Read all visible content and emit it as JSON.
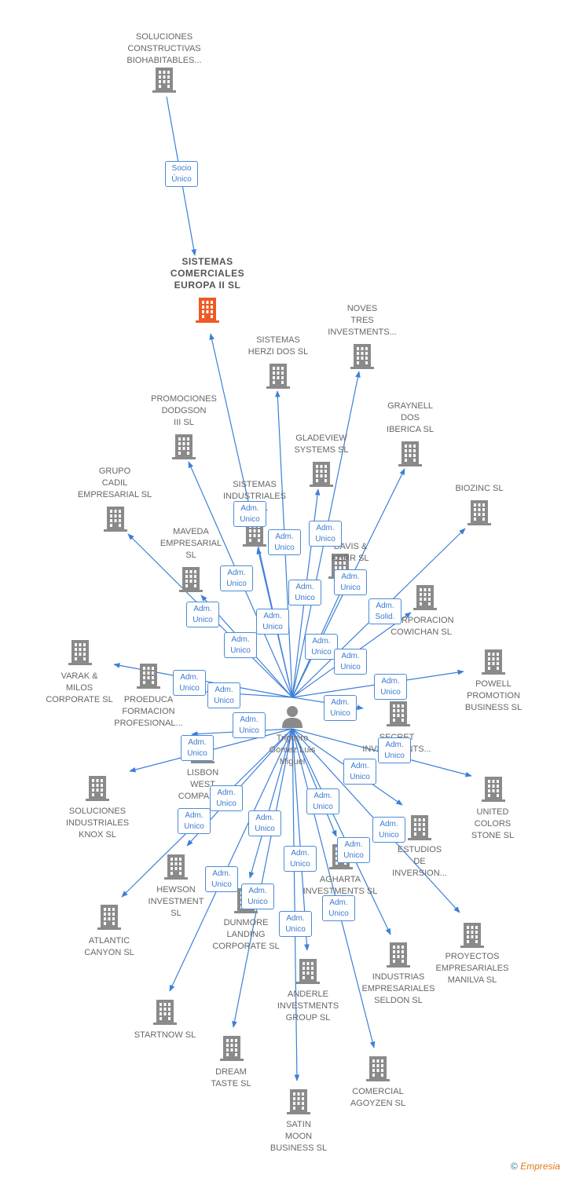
{
  "colors": {
    "edge": "#3c7fd8",
    "building": "#8a8a8a",
    "highlight": "#ee5a24",
    "person": "#8a8a8a",
    "badge_border": "#4a8bd8"
  },
  "center": {
    "name": "Triguero\nGomez Luis\nMiguel",
    "icon": "person-icon"
  },
  "nodes": [
    {
      "id": "soluciones-constructivas",
      "label": "SOLUCIONES\nCONSTRUCTIVAS\nBIOHABITABLES...",
      "icon": "building-icon"
    },
    {
      "id": "sistemas-comerciales",
      "label": "SISTEMAS\nCOMERCIALES\nEUROPA II  SL",
      "icon": "building-icon",
      "highlight": true
    },
    {
      "id": "noves-tres",
      "label": "NOVES\nTRES\nINVESTMENTS...",
      "icon": "building-icon"
    },
    {
      "id": "sistemas-herzi",
      "label": "SISTEMAS\nHERZI DOS SL",
      "icon": "building-icon"
    },
    {
      "id": "promociones-dodgson",
      "label": "PROMOCIONES\nDODGSON\nIII SL",
      "icon": "building-icon"
    },
    {
      "id": "graynell",
      "label": "GRAYNELL\nDOS\nIBERICA  SL",
      "icon": "building-icon"
    },
    {
      "id": "gladeview",
      "label": "GLADEVIEW\nSYSTEMS  SL",
      "icon": "building-icon"
    },
    {
      "id": "grupo-cadil",
      "label": "GRUPO\nCADIL\nEMPRESARIAL SL",
      "icon": "building-icon"
    },
    {
      "id": "sistemas-industriales",
      "label": "SISTEMAS\nINDUSTRIALES\nH... SL",
      "icon": "building-icon"
    },
    {
      "id": "biozinc",
      "label": "BIOZINC SL",
      "icon": "building-icon"
    },
    {
      "id": "maveda",
      "label": "MAVEDA\nEMPRESARIAL\nSL",
      "icon": "building-icon"
    },
    {
      "id": "davis-kerr",
      "label": "DAVIS &\nKERR SL",
      "icon": "building-icon"
    },
    {
      "id": "corporacion-cowichan",
      "label": "CORPORACION\nCOWICHAN SL",
      "icon": "building-icon"
    },
    {
      "id": "varak-milos",
      "label": "VARAK &\nMILOS\nCORPORATE SL",
      "icon": "building-icon"
    },
    {
      "id": "proeduca",
      "label": "PROEDUCA\nFORMACION\nPROFESIONAL...",
      "icon": "building-icon"
    },
    {
      "id": "powell",
      "label": "POWELL\nPROMOTION\nBUSINESS  SL",
      "icon": "building-icon"
    },
    {
      "id": "secret-investments",
      "label": "SECRET\nINVESTMENTS...",
      "icon": "building-icon"
    },
    {
      "id": "lisbon-west",
      "label": "LISBON\nWEST\nCOMPANY...",
      "icon": "building-icon"
    },
    {
      "id": "soluciones-knox",
      "label": "SOLUCIONES\nINDUSTRIALES\nKNOX SL",
      "icon": "building-icon"
    },
    {
      "id": "united-colors",
      "label": "UNITED\nCOLORS\nSTONE SL",
      "icon": "building-icon"
    },
    {
      "id": "estudios-inversion",
      "label": "ESTUDIOS\nDE\nINVERSION...",
      "icon": "building-icon"
    },
    {
      "id": "hewson",
      "label": "HEWSON\nINVESTMENT\nSL",
      "icon": "building-icon"
    },
    {
      "id": "agharta",
      "label": "AGHARTA\nINVESTMENTS SL",
      "icon": "building-icon"
    },
    {
      "id": "atlantic-canyon",
      "label": "ATLANTIC\nCANYON SL",
      "icon": "building-icon"
    },
    {
      "id": "dunmore",
      "label": "DUNMORE\nLANDING\nCORPORATE SL",
      "icon": "building-icon"
    },
    {
      "id": "proyectos-manilva",
      "label": "PROYECTOS\nEMPRESARIALES\nMANILVA SL",
      "icon": "building-icon"
    },
    {
      "id": "industrias-seldon",
      "label": "INDUSTRIAS\nEMPRESARIALES\nSELDON SL",
      "icon": "building-icon"
    },
    {
      "id": "anderle",
      "label": "ANDERLE\nINVESTMENTS\nGROUP SL",
      "icon": "building-icon"
    },
    {
      "id": "startnow",
      "label": "STARTNOW SL",
      "icon": "building-icon"
    },
    {
      "id": "dream-taste",
      "label": "DREAM\nTASTE SL",
      "icon": "building-icon"
    },
    {
      "id": "comercial-agoyzen",
      "label": "COMERCIAL\nAGOYZEN SL",
      "icon": "building-icon"
    },
    {
      "id": "satin-moon",
      "label": "SATIN\nMOON\nBUSINESS SL",
      "icon": "building-icon"
    }
  ],
  "badges": [
    {
      "id": "b-socio",
      "text": [
        "Socio",
        "Único"
      ]
    },
    {
      "id": "b01",
      "text": [
        "Adm.",
        "Unico"
      ]
    },
    {
      "id": "b02",
      "text": [
        "Adm.",
        "Unico"
      ]
    },
    {
      "id": "b03",
      "text": [
        "Adm.",
        "Unico"
      ]
    },
    {
      "id": "b04",
      "text": [
        "Adm.",
        "Unico"
      ]
    },
    {
      "id": "b05",
      "text": [
        "Adm.",
        "Unico"
      ]
    },
    {
      "id": "b06",
      "text": [
        "Adm.",
        "Unico"
      ]
    },
    {
      "id": "b07",
      "text": [
        "Adm.",
        "Unico"
      ]
    },
    {
      "id": "b08",
      "text": [
        "Adm.",
        "Solid."
      ]
    },
    {
      "id": "b09",
      "text": [
        "Adm.",
        "Unico"
      ]
    },
    {
      "id": "b10",
      "text": [
        "Adm.",
        "Unico"
      ]
    },
    {
      "id": "b11",
      "text": [
        "Adm.",
        "Unico"
      ]
    },
    {
      "id": "b12",
      "text": [
        "Adm.",
        "Unico"
      ]
    },
    {
      "id": "b13",
      "text": [
        "Adm.",
        "Unico"
      ]
    },
    {
      "id": "b14",
      "text": [
        "Adm.",
        "Unico"
      ]
    },
    {
      "id": "b15",
      "text": [
        "Adm.",
        "Unico"
      ]
    },
    {
      "id": "b16",
      "text": [
        "Adm.",
        "Unico"
      ]
    },
    {
      "id": "b17",
      "text": [
        "Adm.",
        "Unico"
      ]
    },
    {
      "id": "b18",
      "text": [
        "Adm.",
        "Unico"
      ]
    },
    {
      "id": "b19",
      "text": [
        "Adm.",
        "Unico"
      ]
    },
    {
      "id": "b20",
      "text": [
        "Adm.",
        "Unico"
      ]
    },
    {
      "id": "b21",
      "text": [
        "Adm.",
        "Unico"
      ]
    },
    {
      "id": "b22",
      "text": [
        "Adm.",
        "Unico"
      ]
    },
    {
      "id": "b23",
      "text": [
        "Adm.",
        "Unico"
      ]
    },
    {
      "id": "b24",
      "text": [
        "Adm.",
        "Unico"
      ]
    },
    {
      "id": "b25",
      "text": [
        "Adm.",
        "Unico"
      ]
    },
    {
      "id": "b26",
      "text": [
        "Adm.",
        "Unico"
      ]
    },
    {
      "id": "b27",
      "text": [
        "Adm.",
        "Unico"
      ]
    },
    {
      "id": "b28",
      "text": [
        "Adm.",
        "Unico"
      ]
    },
    {
      "id": "b29",
      "text": [
        "Adm.",
        "Unico"
      ]
    },
    {
      "id": "b30",
      "text": [
        "Adm.",
        "Unico"
      ]
    },
    {
      "id": "b31",
      "text": [
        "Adm.",
        "Unico"
      ]
    },
    {
      "id": "b32",
      "text": [
        "Adm.",
        "Unico"
      ]
    }
  ],
  "footer": {
    "symbol": "©",
    "brand": "Empresia"
  }
}
